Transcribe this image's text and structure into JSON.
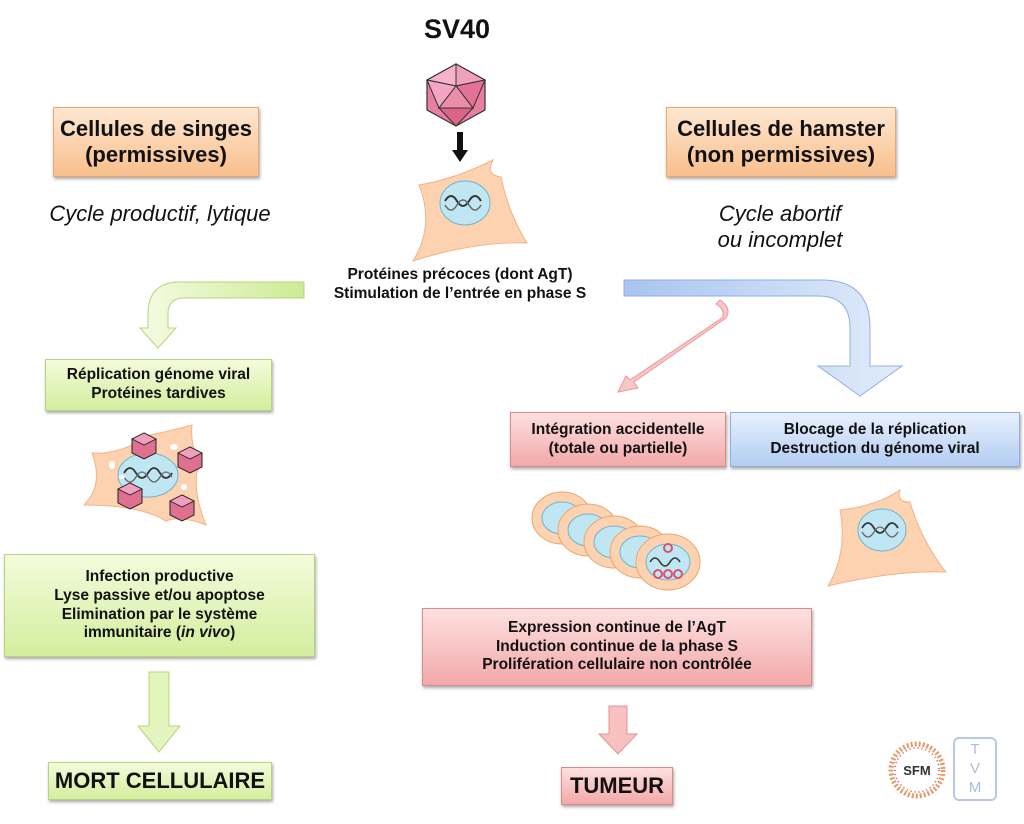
{
  "title": "SV40",
  "left_header": {
    "line1": "Cellules de singes",
    "line2": "(permissives)"
  },
  "right_header": {
    "line1": "Cellules de hamster",
    "line2": "(non permissives)"
  },
  "left_cycle": "Cycle productif, lytique",
  "right_cycle": {
    "line1": "Cycle abortif",
    "line2": "ou incomplet"
  },
  "center": {
    "line1": "Protéines précoces (dont AgT)",
    "line2": "Stimulation de l’entrée en phase S"
  },
  "left_path": {
    "replication": {
      "line1": "Réplication génome viral",
      "line2": "Protéines tardives"
    },
    "infection": {
      "line1": "Infection productive",
      "line2": "Lyse passive et/ou apoptose",
      "line3": "Elimination par le système",
      "line4_prefix": "immunitaire (",
      "line4_italic": "in vivo",
      "line4_suffix": ")"
    },
    "outcome": "MORT CELLULAIRE"
  },
  "right_path": {
    "integration": {
      "line1": "Intégration accidentelle",
      "line2": "(totale ou partielle)"
    },
    "blocking": {
      "line1": "Blocage de la réplication",
      "line2": "Destruction du génome viral"
    },
    "expression": {
      "line1": "Expression continue de l’AgT",
      "line2": "Induction continue de la phase S",
      "line3": "Prolifération cellulaire non contrôlée"
    },
    "outcome": "TUMEUR"
  },
  "logos": {
    "sfm": "SFM",
    "tvm": "TVM"
  },
  "colors": {
    "orange_box": "#f9bf8c",
    "green_box": "#d3ee9e",
    "red_box": "#f3a8a8",
    "blue_box": "#b3cdf2",
    "virus_pink": "#e0708f",
    "cell_orange": "#fcd2b0",
    "nucleus_blue": "#bfe6f2"
  }
}
